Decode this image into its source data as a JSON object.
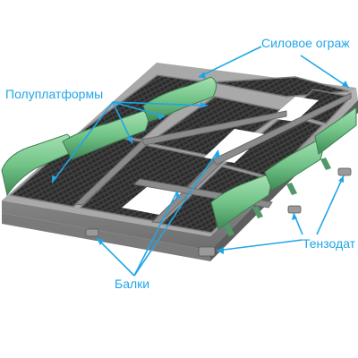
{
  "labels": {
    "guard": "Силовое ограж",
    "half_platforms": "Полуплатформы",
    "load_cells": "Тензодат",
    "beams": "Балки"
  },
  "colors": {
    "callout": "#1fa6e6",
    "guard_green": "#79c88f",
    "grating": "#2a2a2a",
    "frame": "#8e8e8e"
  }
}
